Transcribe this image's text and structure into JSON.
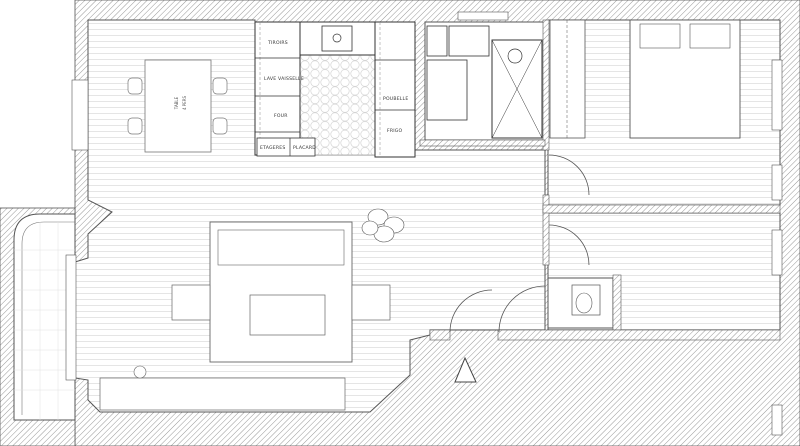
{
  "plan": {
    "kitchen_labels": {
      "tiroirs": "TIROIRS",
      "lave_vaisselle": "LAVE VAISSELLE",
      "four": "FOUR",
      "etageres": "ETAGERES",
      "placard": "PLACARD",
      "poubelle": "POUBELLE",
      "frigo": "FRIGO"
    },
    "dining_table_text": [
      "TABLE",
      "4 PERS"
    ],
    "north_marker": "triangle-north-icon"
  }
}
